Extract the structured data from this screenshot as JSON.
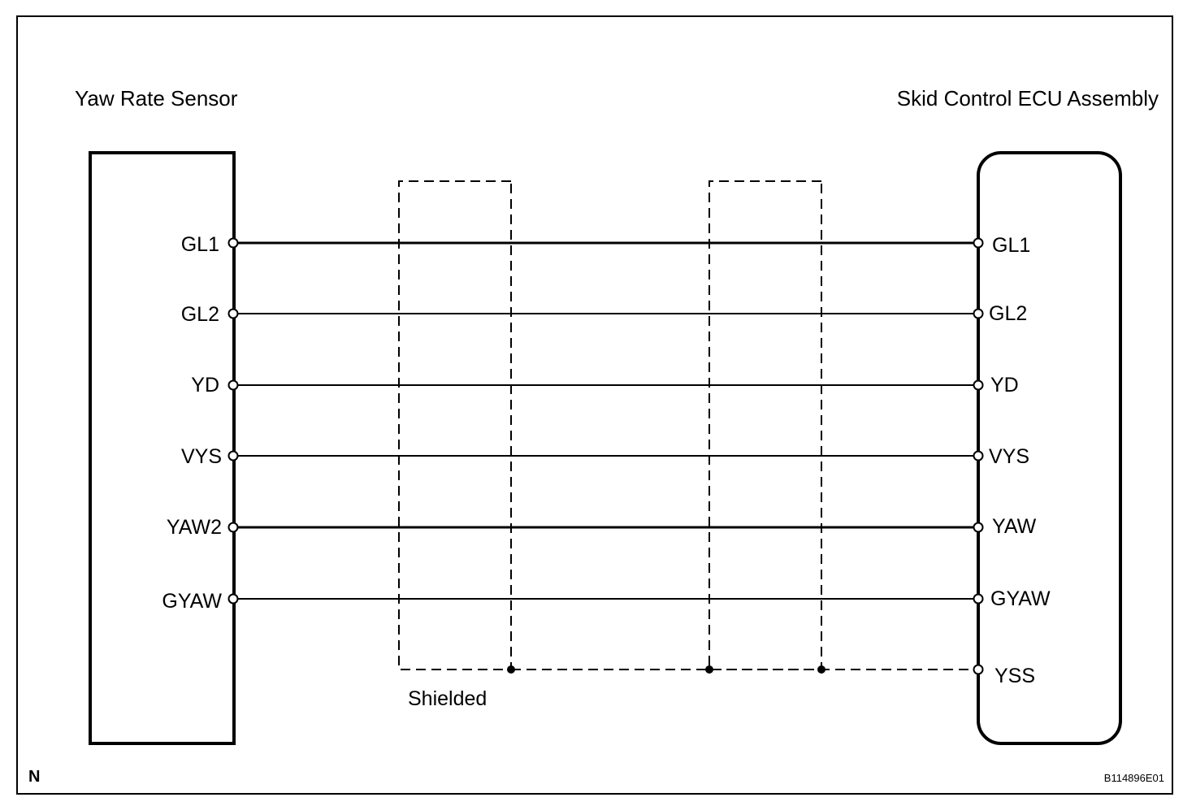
{
  "left_component": {
    "title": "Yaw Rate Sensor"
  },
  "right_component": {
    "title": "Skid Control ECU Assembly"
  },
  "left_pins": [
    "GL1",
    "GL2",
    "YD",
    "VYS",
    "YAW2",
    "GYAW"
  ],
  "right_pins": [
    "GL1",
    "GL2",
    "YD",
    "VYS",
    "YAW",
    "GYAW"
  ],
  "right_shield_pin": "YSS",
  "shield_label": "Shielded",
  "corner_mark": "N",
  "figure_code": "B114896E01"
}
